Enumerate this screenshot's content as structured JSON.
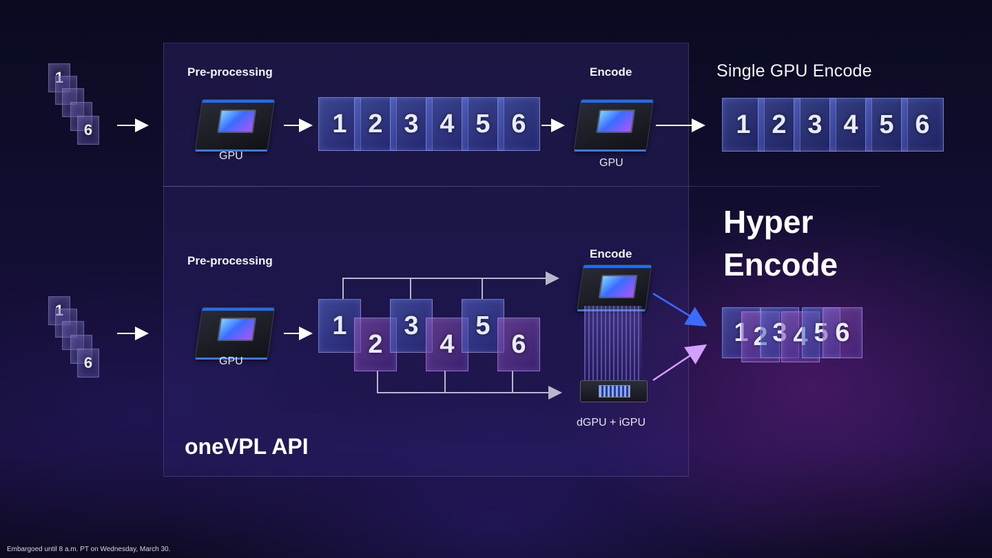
{
  "top_row": {
    "preprocessing_label": "Pre-processing",
    "gpu_label": "GPU",
    "encode_label": "Encode",
    "encode_gpu_label": "GPU",
    "frames": [
      "1",
      "2",
      "3",
      "4",
      "5",
      "6"
    ],
    "input_first": "1",
    "input_last": "6"
  },
  "single_gpu": {
    "title": "Single GPU Encode",
    "frames": [
      "1",
      "2",
      "3",
      "4",
      "5",
      "6"
    ]
  },
  "bottom_row": {
    "preprocessing_label": "Pre-processing",
    "gpu_label": "GPU",
    "encode_label": "Encode",
    "encode_device_label": "dGPU + iGPU",
    "frames": [
      "1",
      "2",
      "3",
      "4",
      "5",
      "6"
    ],
    "input_first": "1",
    "input_last": "6"
  },
  "hyper": {
    "title_line1": "Hyper",
    "title_line2": "Encode",
    "frames": [
      "1",
      "2",
      "3",
      "4",
      "5",
      "6"
    ]
  },
  "api_label": "oneVPL API",
  "footer": "Embargoed until 8 a.m. PT on Wednesday, March 30.",
  "colors": {
    "accent_blue": "#3a6cff",
    "accent_pink": "#c890ff"
  }
}
